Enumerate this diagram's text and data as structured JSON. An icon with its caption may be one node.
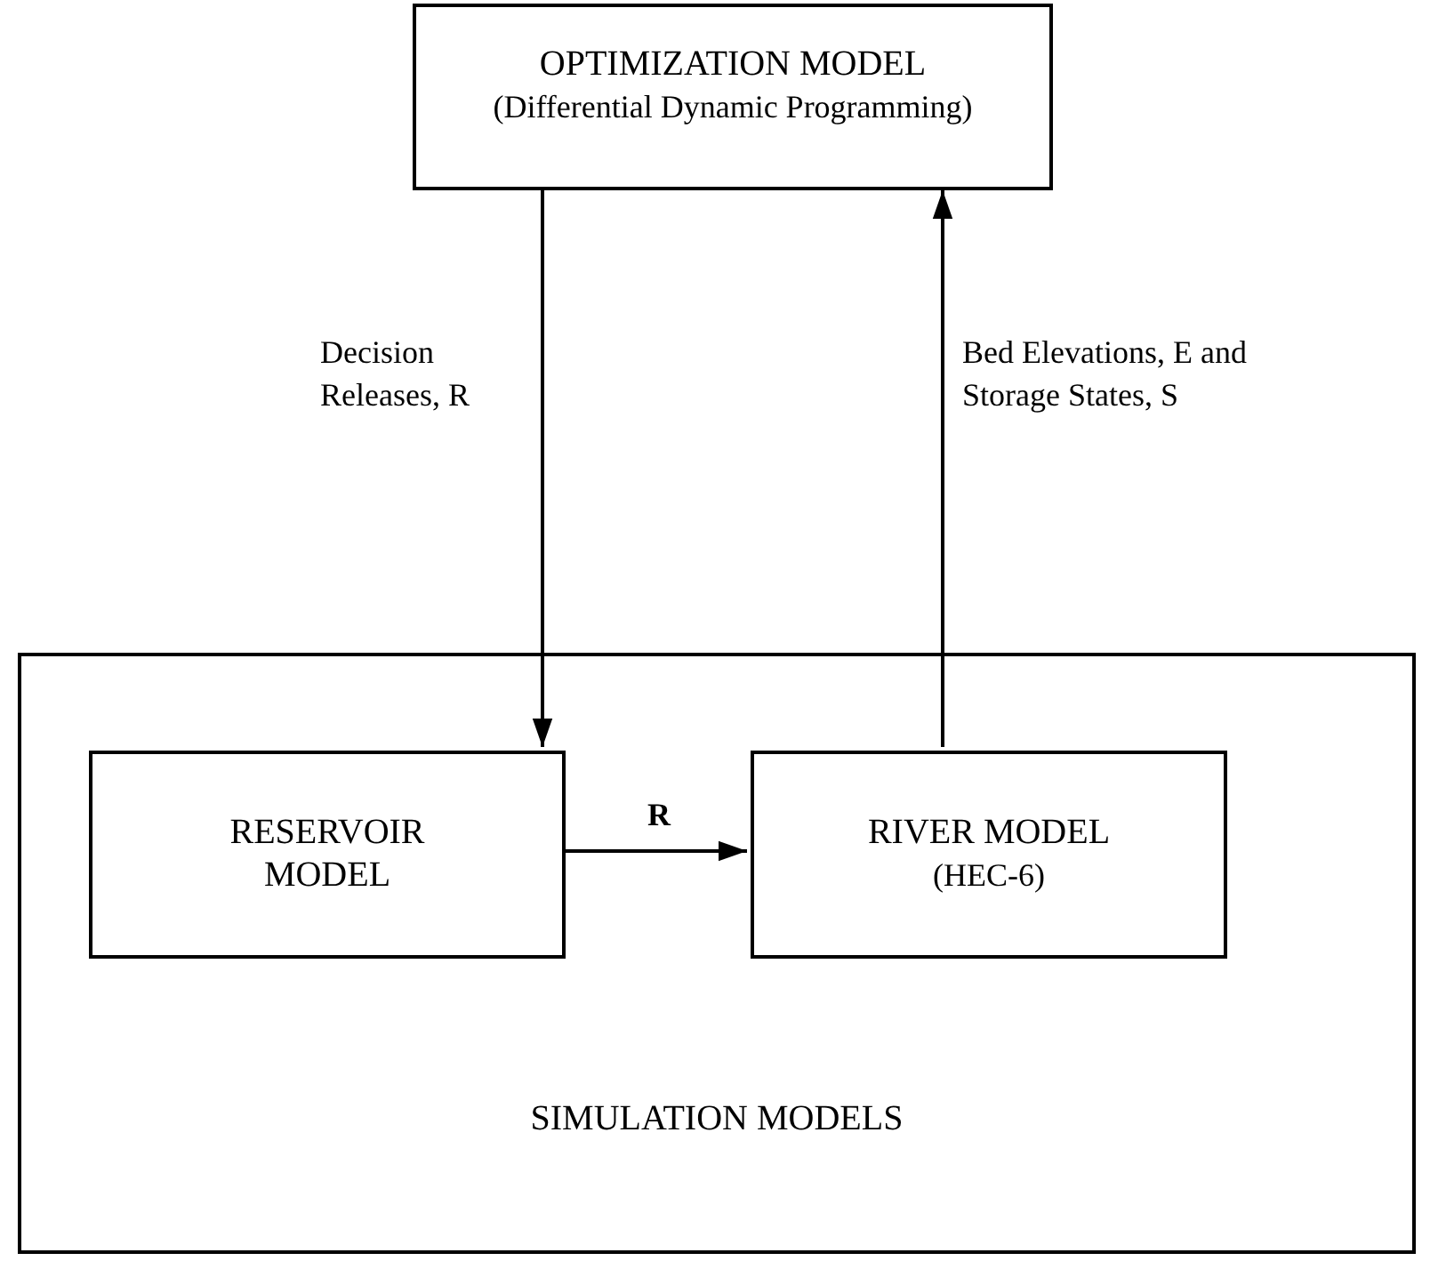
{
  "diagram": {
    "nodes": [
      {
        "text": [
          "OPTIMIZATION MODEL",
          "(Differential Dynamic Programming)"
        ]
      },
      {
        "text": [
          "SIMULATION MODELS"
        ]
      },
      {
        "text": [
          "RESERVOIR MODEL"
        ],
        "in": 1
      },
      {
        "text": [
          "RIVER MODEL",
          "(HEC-6)"
        ],
        "in": 1
      }
    ],
    "edges": [
      {
        "from": 0,
        "to": 2,
        "arrow": "to",
        "label": "Decision Releases, R"
      },
      {
        "from": 3,
        "to": 0,
        "arrow": "to",
        "label": "Bed Elevations, E and Storage States, S"
      },
      {
        "from": 2,
        "to": 3,
        "arrow": "to",
        "label": "R"
      }
    ]
  }
}
